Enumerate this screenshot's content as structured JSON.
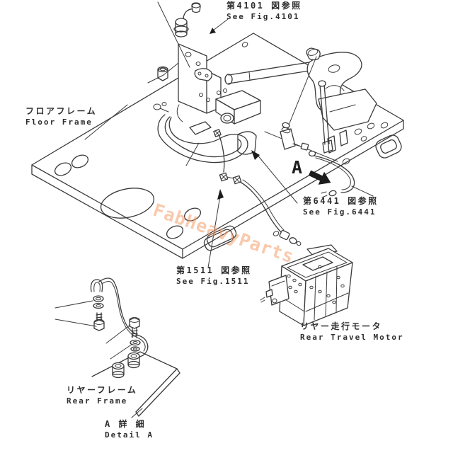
{
  "page": {
    "background": "#ffffff",
    "line_color": "#3a3a3a",
    "text_color": "#2e2e2e"
  },
  "watermark": {
    "text": "FabHeavyParts",
    "color": "#f49c68"
  },
  "labels": {
    "fig4101": {
      "jp": "第4101 図参照",
      "en": "See Fig.4101"
    },
    "floor_frame": {
      "jp": "フロアフレーム",
      "en": "Floor Frame"
    },
    "section_marker": {
      "letter": "A"
    },
    "fig6441": {
      "jp": "第6441 図参照",
      "en": "See Fig.6441"
    },
    "fig1511": {
      "jp": "第1511 図参照",
      "en": "See Fig.1511"
    },
    "rear_travel_motor": {
      "jp": "リヤー走行モータ",
      "en": "Rear Travel Motor"
    },
    "rear_frame": {
      "jp": "リヤーフレーム",
      "en": "Rear Frame"
    },
    "detail_a": {
      "jp": "A 詳 細",
      "en": "Detail A"
    }
  },
  "icons": {
    "section_arrow": "solid-block-arrow-right-down",
    "pointer_arrowhead": "solid-triangle-arrowhead"
  }
}
